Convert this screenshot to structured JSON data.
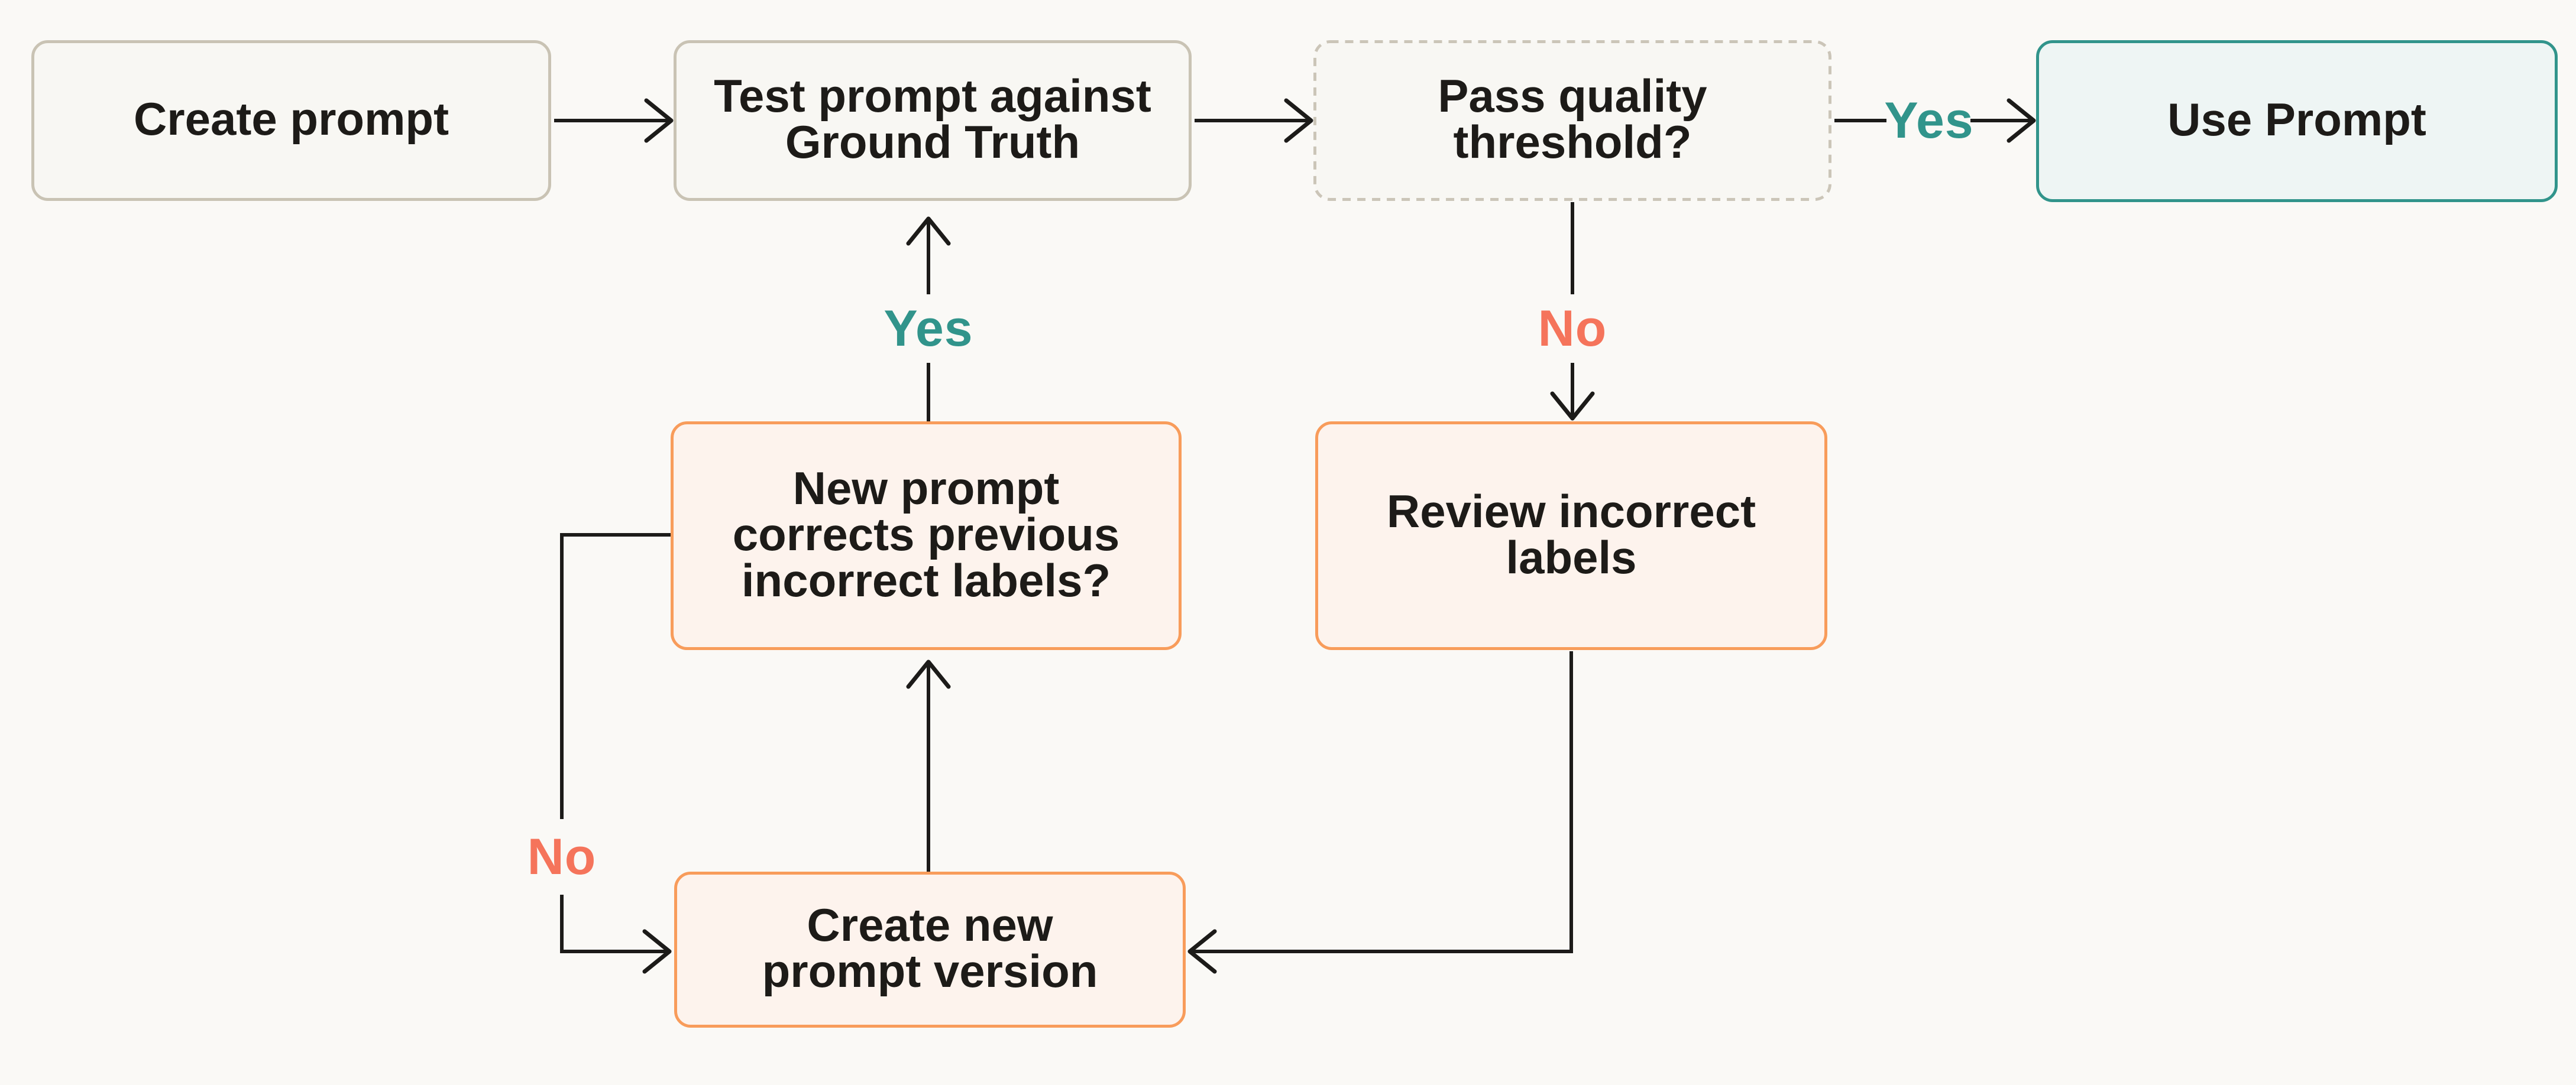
{
  "diagram": {
    "nodes": [
      {
        "id": "create-prompt",
        "label": "Create prompt",
        "style": "neutral"
      },
      {
        "id": "test-prompt",
        "label": "Test prompt against\nGround Truth",
        "style": "neutral"
      },
      {
        "id": "pass-threshold",
        "label": "Pass quality\nthreshold?",
        "style": "neutral-dashed"
      },
      {
        "id": "use-prompt",
        "label": "Use Prompt",
        "style": "teal"
      },
      {
        "id": "new-prompt-corrects",
        "label": "New prompt\ncorrects previous\nincorrect labels?",
        "style": "orange"
      },
      {
        "id": "review-labels",
        "label": "Review incorrect\nlabels",
        "style": "orange"
      },
      {
        "id": "create-new-version",
        "label": "Create new\nprompt version",
        "style": "orange"
      }
    ],
    "edges": [
      {
        "from": "create-prompt",
        "to": "test-prompt",
        "label": ""
      },
      {
        "from": "test-prompt",
        "to": "pass-threshold",
        "label": ""
      },
      {
        "from": "pass-threshold",
        "to": "use-prompt",
        "label": "Yes",
        "label_color": "#31948B"
      },
      {
        "from": "pass-threshold",
        "to": "review-labels",
        "label": "No",
        "label_color": "#F5745B"
      },
      {
        "from": "review-labels",
        "to": "create-new-version",
        "label": ""
      },
      {
        "from": "new-prompt-corrects",
        "to": "test-prompt",
        "label": "Yes",
        "label_color": "#31948B"
      },
      {
        "from": "new-prompt-corrects",
        "to": "create-new-version",
        "label": "No",
        "label_color": "#F5745B"
      },
      {
        "from": "create-new-version",
        "to": "new-prompt-corrects",
        "label": ""
      }
    ],
    "colors": {
      "background": "#FAF9F6",
      "neutral_fill": "#F8F7F3",
      "neutral_border": "#C9C3B4",
      "dashed_border": "#CBC5B8",
      "teal_fill": "#EEF5F4",
      "teal_border": "#31948B",
      "orange_fill": "#FDF3ED",
      "orange_border": "#F89C5B",
      "text": "#1D1B18",
      "yes_label": "#31948B",
      "no_label": "#F5745B",
      "arrow": "#1C1B19"
    }
  }
}
